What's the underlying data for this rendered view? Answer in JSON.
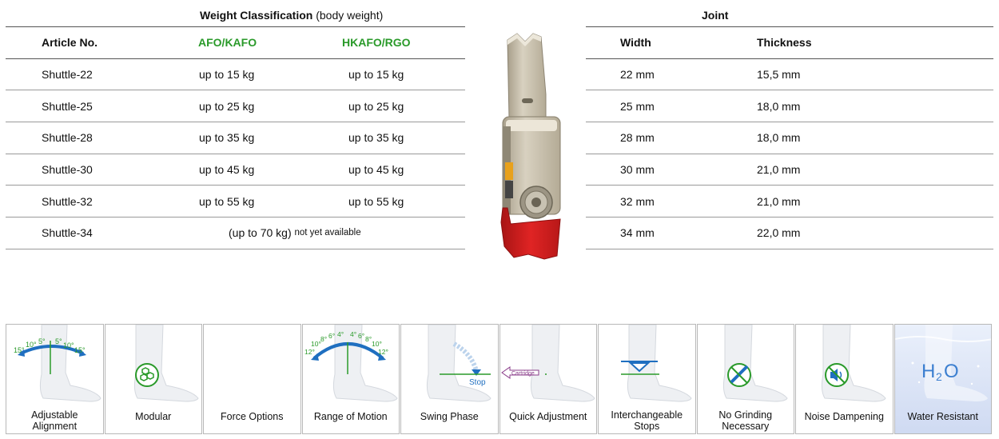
{
  "header": {
    "weight_title_bold": "Weight Classification",
    "weight_title_rest": "(body weight)",
    "joint_title": "Joint"
  },
  "left_table": {
    "columns": [
      "Article No.",
      "AFO/KAFO",
      "HKAFO/RGO"
    ],
    "rows": [
      {
        "article": "Shuttle-22",
        "afo": "up to 15 kg",
        "hkafo": "up to 15 kg"
      },
      {
        "article": "Shuttle-25",
        "afo": "up to 25 kg",
        "hkafo": "up to 25 kg"
      },
      {
        "article": "Shuttle-28",
        "afo": "up to 35 kg",
        "hkafo": "up to 35 kg"
      },
      {
        "article": "Shuttle-30",
        "afo": "up to 45 kg",
        "hkafo": "up to 45 kg"
      },
      {
        "article": "Shuttle-32",
        "afo": "up to 55 kg",
        "hkafo": "up to 55 kg"
      },
      {
        "article": "Shuttle-34",
        "merged": "(up to 70 kg)",
        "merged_note": "not yet available"
      }
    ]
  },
  "right_table": {
    "columns": [
      "Width",
      "Thickness"
    ],
    "rows": [
      {
        "width": "22 mm",
        "thickness": "15,5 mm"
      },
      {
        "width": "25 mm",
        "thickness": "18,0 mm"
      },
      {
        "width": "28 mm",
        "thickness": "18,0 mm"
      },
      {
        "width": "30 mm",
        "thickness": "21,0 mm"
      },
      {
        "width": "32 mm",
        "thickness": "21,0 mm"
      },
      {
        "width": "34 mm",
        "thickness": "22,0 mm"
      }
    ]
  },
  "features": [
    {
      "label": "Adjustable Alignment",
      "icon": "alignment-scale-icon",
      "scale_left": [
        "15°",
        "10°",
        "5°"
      ],
      "scale_right": [
        "5°",
        "10°",
        "15°"
      ]
    },
    {
      "label": "Modular",
      "icon": "modular-hexagons-icon"
    },
    {
      "label": "Force Options",
      "icon": "none"
    },
    {
      "label": "Range of Motion",
      "icon": "range-of-motion-scale-icon",
      "scale_left": [
        "12°",
        "10°",
        "8°",
        "6°",
        "4°"
      ],
      "scale_right": [
        "4°",
        "6°",
        "8°",
        "10°",
        "12°"
      ]
    },
    {
      "label": "Swing Phase",
      "icon": "swing-phase-icon",
      "stop_label": "Stop"
    },
    {
      "label": "Quick Adjustment",
      "icon": "cartridge-arrow-icon",
      "cartridge_label": "Cartridge"
    },
    {
      "label": "Interchangeable Stops",
      "icon": "stop-wedge-icon"
    },
    {
      "label": "No Grinding Necessary",
      "icon": "no-grinding-icon"
    },
    {
      "label": "Noise Dampening",
      "icon": "muted-speaker-icon"
    },
    {
      "label": "Water Resistant",
      "icon": "water-h2o-icon",
      "formula_h": "H",
      "formula_sub": "2",
      "formula_o": "O"
    }
  ],
  "colors": {
    "green": "#2a9a2a",
    "blue": "#1f6fc0",
    "joint_red": "#d42020",
    "joint_metal": "#c9c1ae"
  }
}
